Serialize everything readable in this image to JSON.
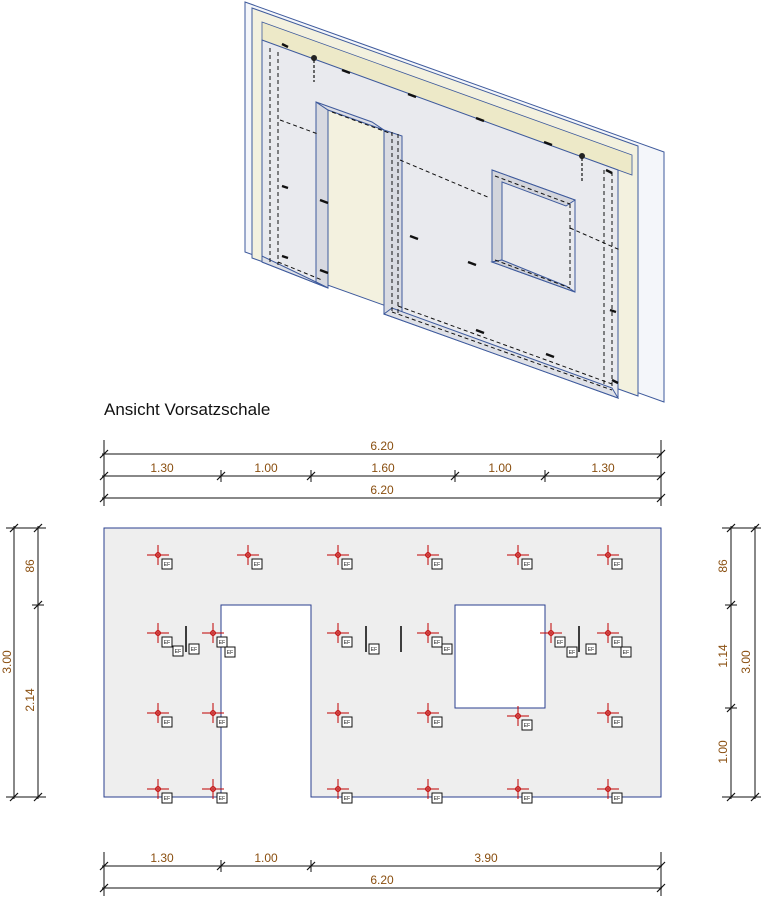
{
  "title": "Ansicht Vorsatzschale",
  "colors": {
    "panel_fill": "#eeeeee",
    "panel_stroke": "#2a3f8f",
    "dimension_text": "#8a4f10",
    "anchor_red": "#c00000",
    "insulation": "#f3f1df",
    "edge_blue": "#3e5a9c"
  },
  "dimensions": {
    "top_total": "6.20",
    "top_segments": [
      "1.30",
      "1.00",
      "1.60",
      "1.00",
      "1.30"
    ],
    "top_total_2": "6.20",
    "bottom_segments": [
      "1.30",
      "1.00",
      "3.90"
    ],
    "bottom_total": "6.20",
    "left_total": "3.00",
    "left_segments": [
      "86",
      "2.14"
    ],
    "right_segments": [
      "86",
      "1.14",
      "1.00"
    ],
    "right_total": "3.00"
  },
  "anchor_tag_label": "EF"
}
